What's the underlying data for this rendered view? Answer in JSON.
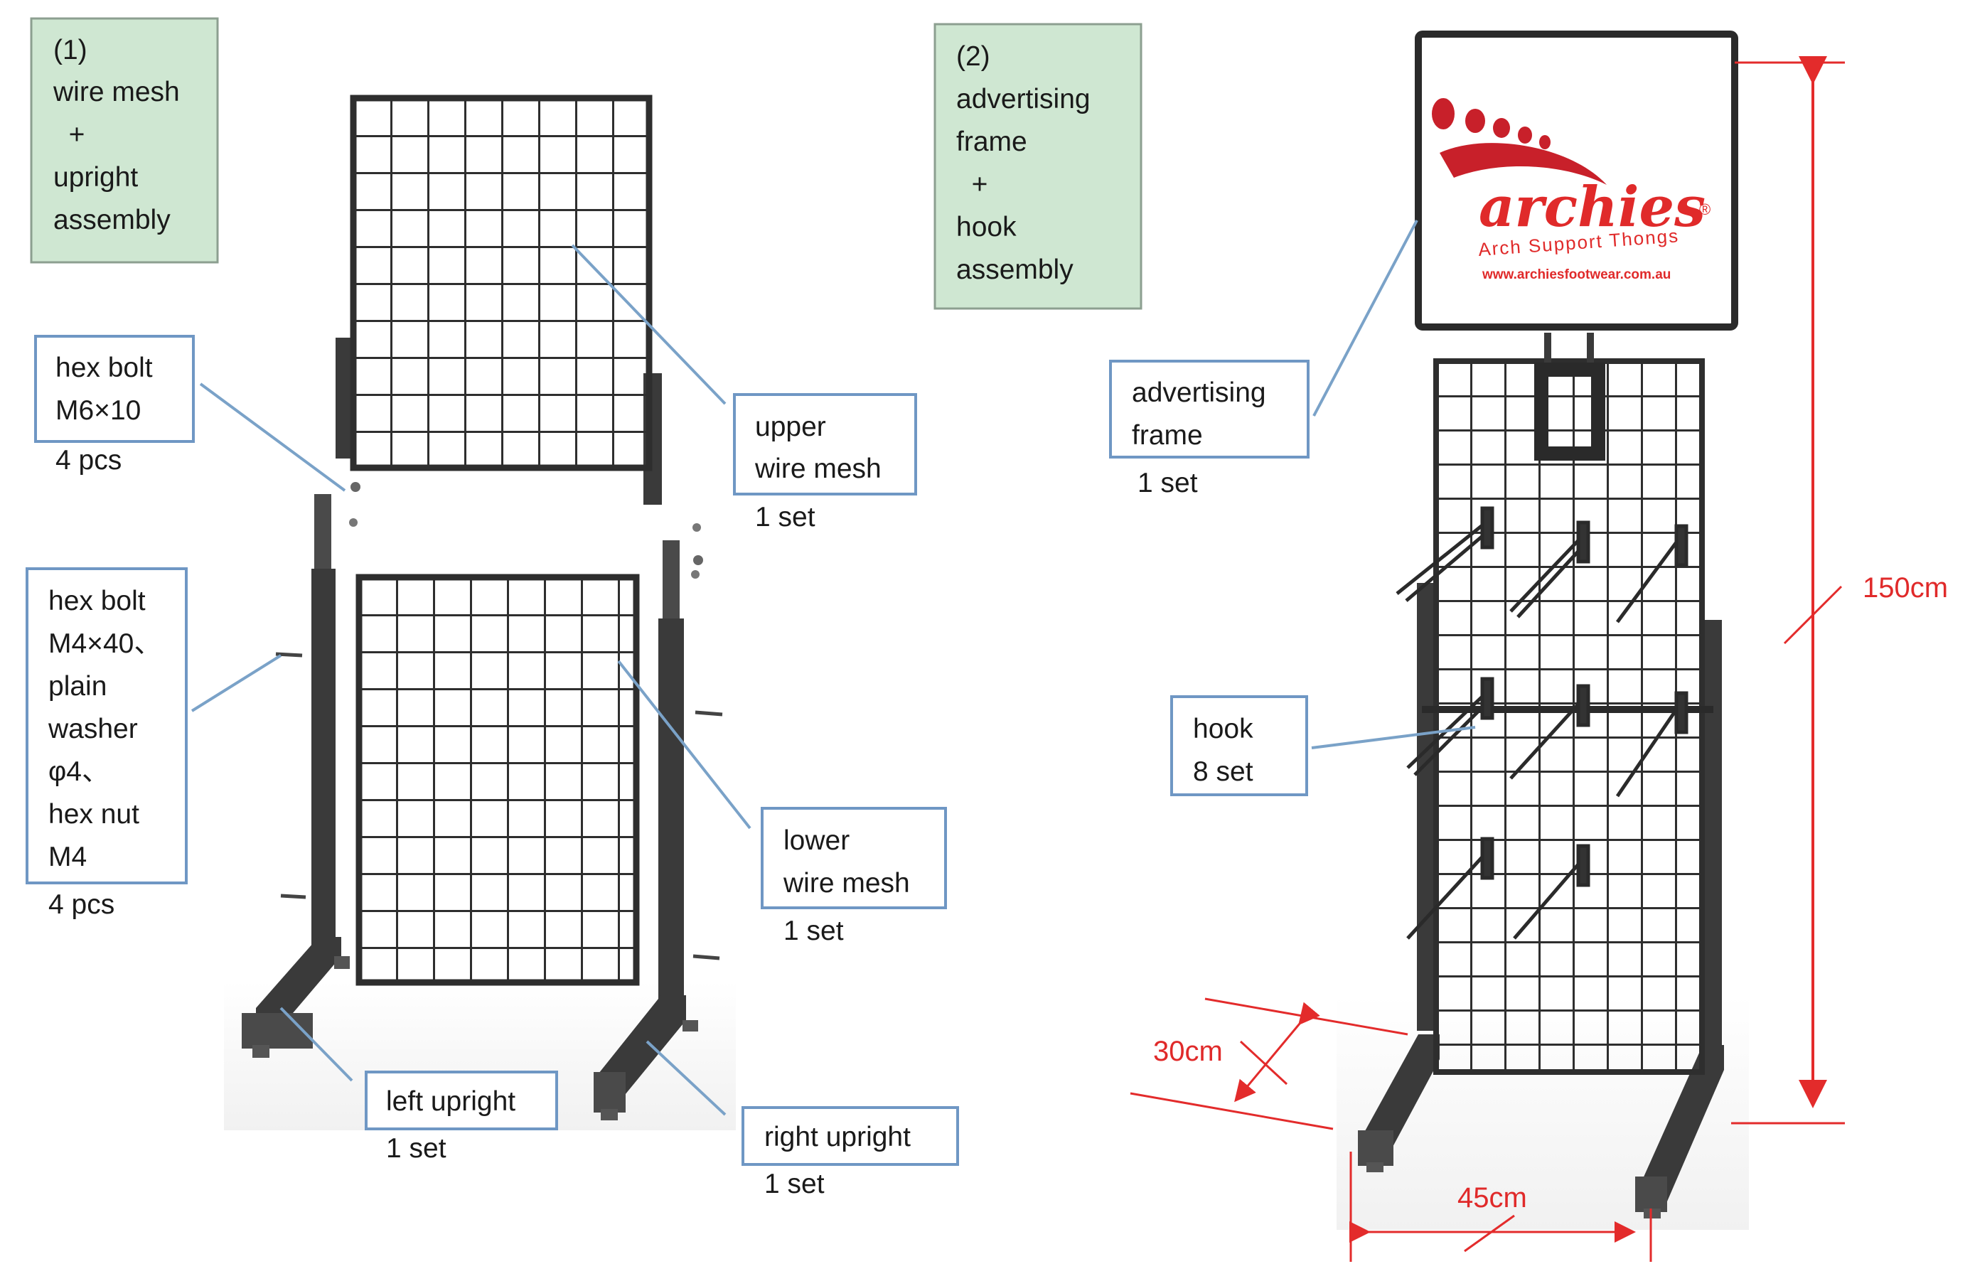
{
  "section1": {
    "lines": [
      "(1)",
      "wire mesh",
      "  +",
      "upright",
      "assembly"
    ]
  },
  "section2": {
    "lines": [
      "(2)",
      "advertising",
      "frame",
      "  +",
      "hook",
      "assembly"
    ]
  },
  "callouts": {
    "hex_bolt_m6": {
      "lines": [
        "hex bolt",
        "M6×10"
      ],
      "qty": "4 pcs"
    },
    "hex_bolt_m4": {
      "lines": [
        "hex bolt",
        "M4×40、",
        "plain",
        "washer",
        "φ4、",
        "hex nut",
        "M4"
      ],
      "qty": "4 pcs"
    },
    "upper_mesh": {
      "lines": [
        "upper",
        "wire mesh"
      ],
      "qty": "1 set"
    },
    "lower_mesh": {
      "lines": [
        "lower",
        "wire mesh"
      ],
      "qty": "1 set"
    },
    "left_upright": {
      "lines": [
        "left upright"
      ],
      "qty": "1 set"
    },
    "right_upright": {
      "lines": [
        "right upright"
      ],
      "qty": "1 set"
    },
    "adv_frame": {
      "lines": [
        "advertising",
        "frame"
      ],
      "qty": "1 set"
    },
    "hook": {
      "lines": [
        "hook",
        "8 set"
      ],
      "qty": ""
    }
  },
  "dimensions": {
    "height": "150cm",
    "depth": "30cm",
    "width": "45cm"
  },
  "sign": {
    "brand": "archies",
    "registered": "®",
    "tagline": "Arch Support Thongs",
    "url": "www.archiesfootwear.com.au",
    "brand_color": "#c8202a"
  },
  "colors": {
    "callout_border": "#6f97c4",
    "section_fill": "#cfe7d2",
    "dimension": "#e32b2b",
    "metal": "#3a3a3a"
  }
}
